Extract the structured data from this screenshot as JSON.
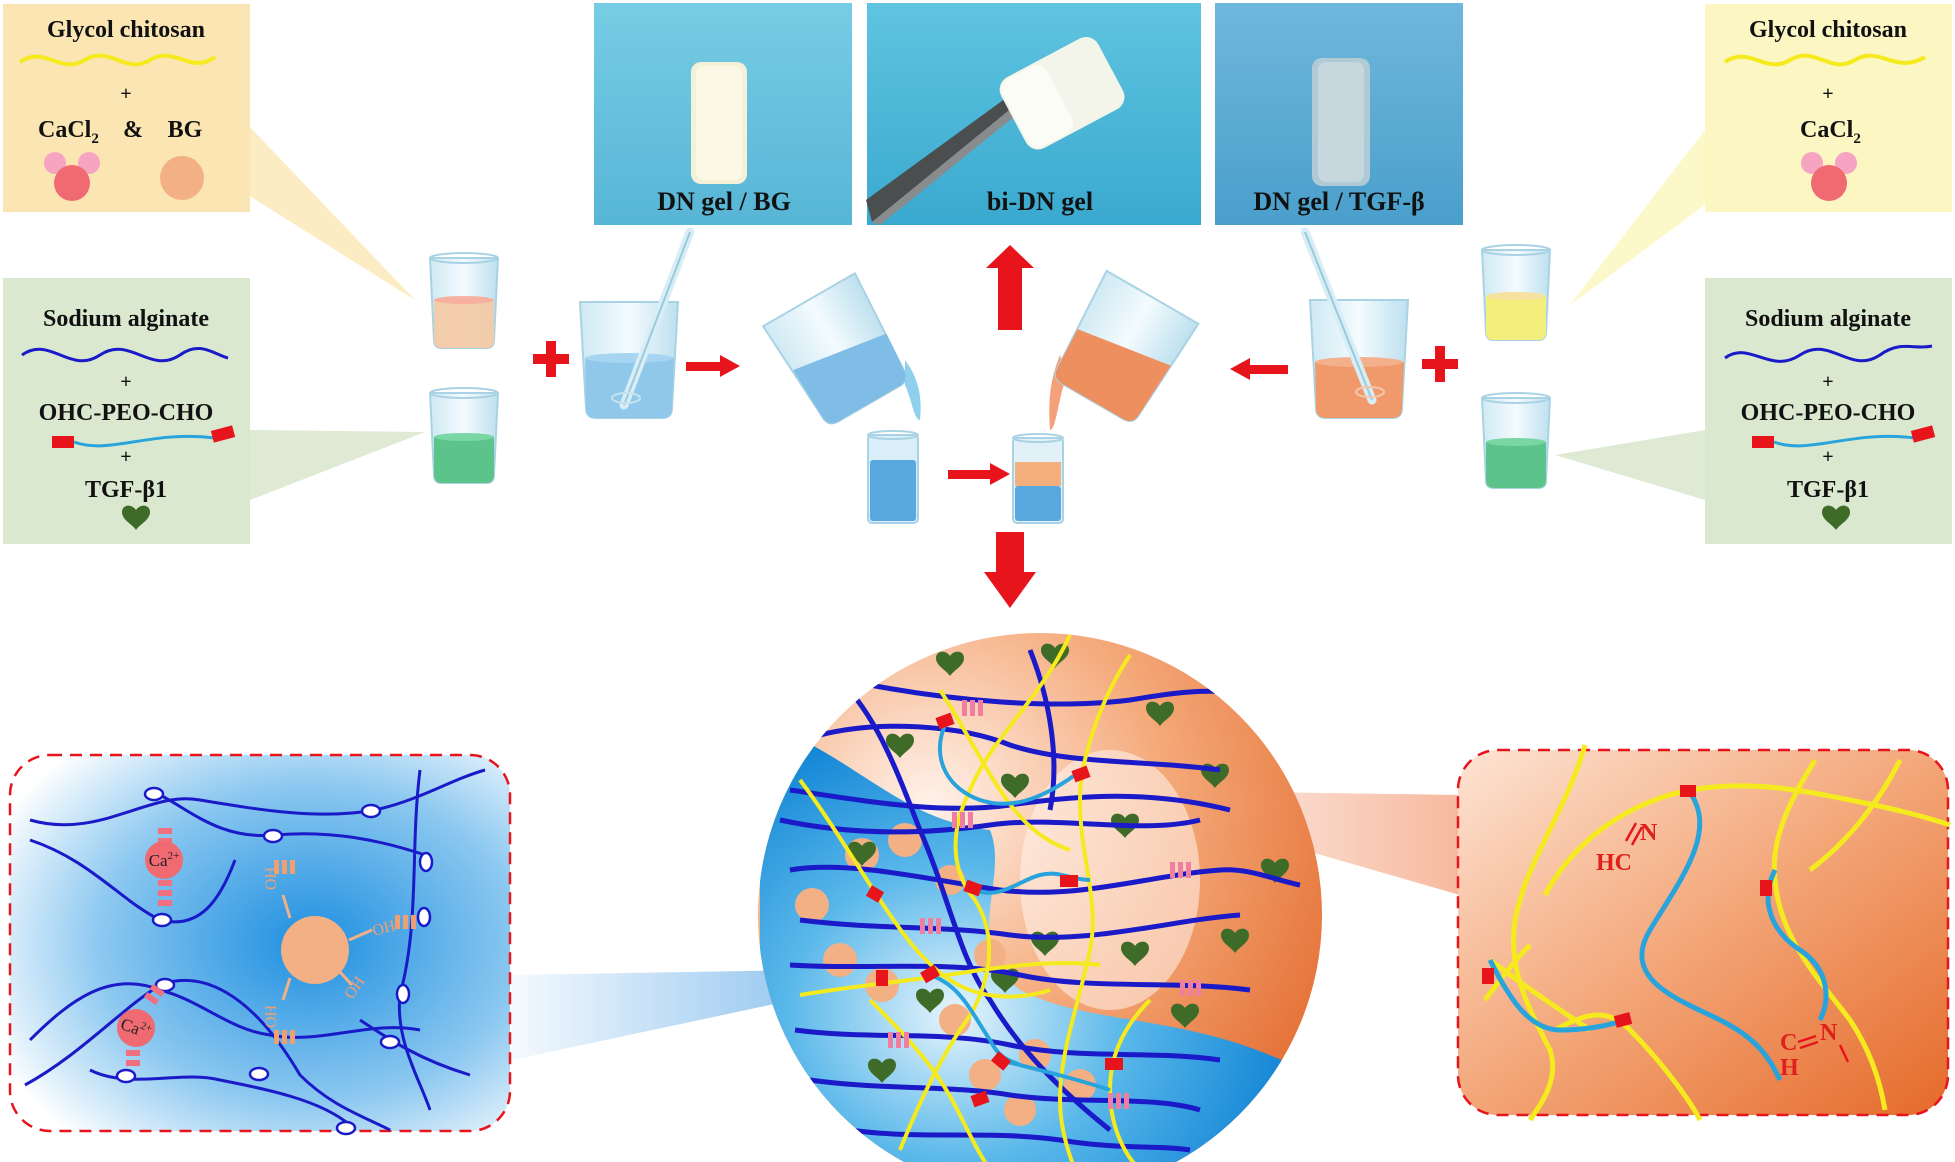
{
  "left_panel": {
    "top_box": {
      "title": "Glycol chitosan",
      "plus": "+",
      "cacl": "CaCl",
      "cacl_sub": "2",
      "amp": "&",
      "bg": "BG"
    },
    "bottom_box": {
      "title": "Sodium alginate",
      "plus1": "+",
      "peo": "OHC-PEO-CHO",
      "plus2": "+",
      "tgf": "TGF-β1"
    }
  },
  "right_panel": {
    "top_box": {
      "title": "Glycol chitosan",
      "plus": "+",
      "cacl": "CaCl",
      "cacl_sub": "2"
    },
    "bottom_box": {
      "title": "Sodium alginate",
      "plus1": "+",
      "peo": "OHC-PEO-CHO",
      "plus2": "+",
      "tgf": "TGF-β1"
    }
  },
  "photos": {
    "left": "DN gel / BG",
    "center": "bi-DN gel",
    "right": "DN gel / TGF-β"
  },
  "zoom_left": {
    "ion1": "Ca",
    "ion1_sup": "2+",
    "ion2": "Ca",
    "ion2_sup": "2+",
    "oh1": "OH",
    "oh2": "OH",
    "oh3": "OH",
    "oh4": "OH"
  },
  "zoom_right": {
    "imine1_hc": "HC",
    "imine1_n": "N",
    "imine2_c": "C",
    "imine2_h": "H",
    "imine2_n": "N"
  },
  "colors": {
    "chitosan_yellow": "#f5ea1e",
    "alginate_blue": "#1a1ac8",
    "peo_cyan": "#29a3dc",
    "arrow_red": "#e8141c",
    "tgf_green": "#3f6b28",
    "bg_peach": "#f2b084",
    "ca_pink": "#f0606a",
    "box_yellow": "#fae9bd",
    "box_green": "#d9e8cf"
  }
}
